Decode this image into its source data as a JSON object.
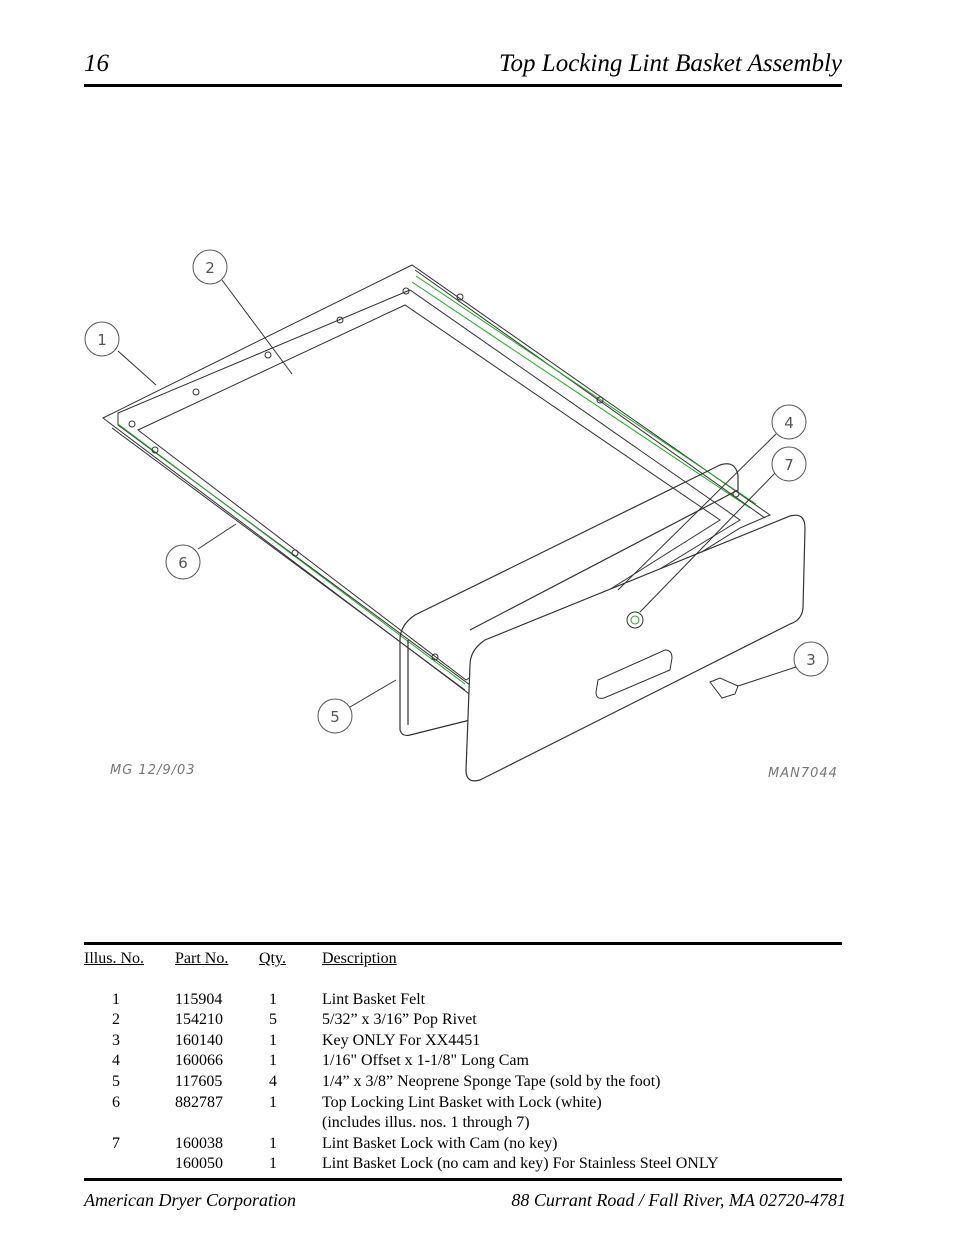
{
  "header": {
    "page_number": "16",
    "title": "Top Locking Lint Basket Assembly"
  },
  "drawing": {
    "callouts": [
      "1",
      "2",
      "3",
      "4",
      "5",
      "6",
      "7"
    ],
    "drafter_stamp": "MG 12/9/03",
    "drawing_number": "MAN7044"
  },
  "table": {
    "headers": {
      "illus": "Illus. No.",
      "part": "Part No.",
      "qty": "Qty.",
      "desc": "Description"
    },
    "rows": [
      {
        "illus": "1",
        "part": "115904",
        "qty": "1",
        "desc": "Lint Basket Felt"
      },
      {
        "illus": "2",
        "part": "154210",
        "qty": "5",
        "desc": "5/32” x 3/16” Pop Rivet"
      },
      {
        "illus": "3",
        "part": "160140",
        "qty": "1",
        "desc": "Key ONLY For XX4451"
      },
      {
        "illus": "4",
        "part": "160066",
        "qty": "1",
        "desc": "1/16\" Offset x 1-1/8\" Long Cam"
      },
      {
        "illus": "5",
        "part": "117605",
        "qty": "4",
        "desc": "1/4” x 3/8” Neoprene Sponge Tape (sold by the foot)"
      },
      {
        "illus": "6",
        "part": "882787",
        "qty": "1",
        "desc": "Top Locking Lint Basket with Lock (white)"
      },
      {
        "illus": "",
        "part": "",
        "qty": "",
        "desc": "(includes illus. nos. 1 through 7)"
      },
      {
        "illus": "7",
        "part": "160038",
        "qty": "1",
        "desc": "Lint Basket Lock with Cam (no key)"
      },
      {
        "illus": "",
        "part": "160050",
        "qty": "1",
        "desc": "Lint Basket Lock (no cam and key) For Stainless Steel ONLY"
      }
    ]
  },
  "footer": {
    "company": "American Dryer Corporation",
    "address": "88 Currant Road / Fall River, MA 02720-4781"
  }
}
